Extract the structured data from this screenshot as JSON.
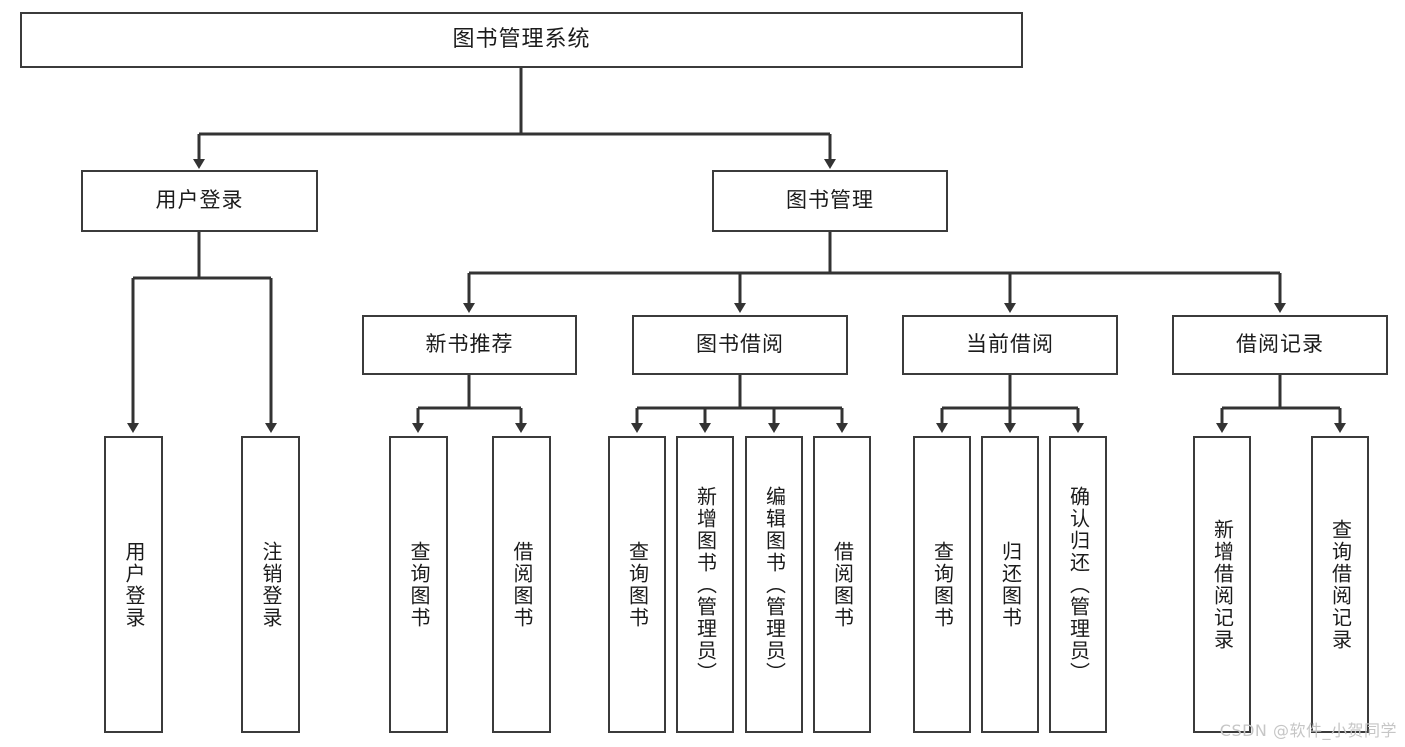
{
  "diagram": {
    "title": "图书管理系统",
    "watermark": "CSDN @软件_小贺同学",
    "colors": {
      "box_border": "#3b3b3b",
      "box_fill": "#ffffff",
      "connector": "#333333",
      "text": "#1b1b1b",
      "watermark": "#c6c6c6"
    },
    "levels": {
      "root": {
        "label": "图书管理系统"
      },
      "level2": [
        {
          "label": "用户登录"
        },
        {
          "label": "图书管理"
        }
      ],
      "level3": [
        {
          "label": "新书推荐"
        },
        {
          "label": "图书借阅"
        },
        {
          "label": "当前借阅"
        },
        {
          "label": "借阅记录"
        }
      ],
      "leaves": {
        "user_login": [
          {
            "label": "用户登录"
          },
          {
            "label": "注销登录"
          }
        ],
        "new_book_recommend": [
          {
            "label": "查询图书"
          },
          {
            "label": "借阅图书"
          }
        ],
        "book_borrow": [
          {
            "label": "查询图书"
          },
          {
            "label": "新增图书（管理员）"
          },
          {
            "label": "编辑图书（管理员）"
          },
          {
            "label": "借阅图书"
          }
        ],
        "current_borrow": [
          {
            "label": "查询图书"
          },
          {
            "label": "归还图书"
          },
          {
            "label": "确认归还（管理员）"
          }
        ],
        "borrow_records": [
          {
            "label": "新增借阅记录"
          },
          {
            "label": "查询借阅记录"
          }
        ]
      }
    }
  }
}
